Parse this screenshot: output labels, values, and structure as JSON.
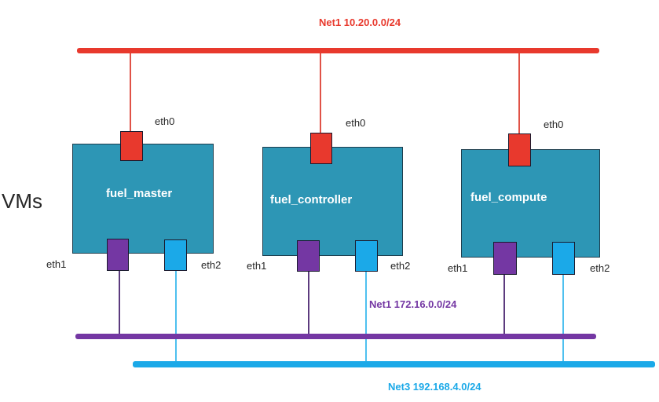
{
  "side_label": "VMs",
  "networks": [
    {
      "id": "net-red",
      "label": "Net1 10.20.0.0/24",
      "color": "#E8392D"
    },
    {
      "id": "net-purple",
      "label": "Net1 172.16.0.0/24",
      "color": "#7437A3"
    },
    {
      "id": "net-blue",
      "label": "Net3 192.168.4.0/24",
      "color": "#1BA9E8"
    }
  ],
  "vms": [
    {
      "name": "fuel_master",
      "ports": [
        "eth0",
        "eth1",
        "eth2"
      ]
    },
    {
      "name": "fuel_controller",
      "ports": [
        "eth0",
        "eth1",
        "eth2"
      ]
    },
    {
      "name": "fuel_compute",
      "ports": [
        "eth0",
        "eth1",
        "eth2"
      ]
    }
  ],
  "colors": {
    "vm_fill": "#2D96B5",
    "net_red": "#E8392D",
    "net_purple": "#7437A3",
    "net_blue": "#1BA9E8"
  }
}
